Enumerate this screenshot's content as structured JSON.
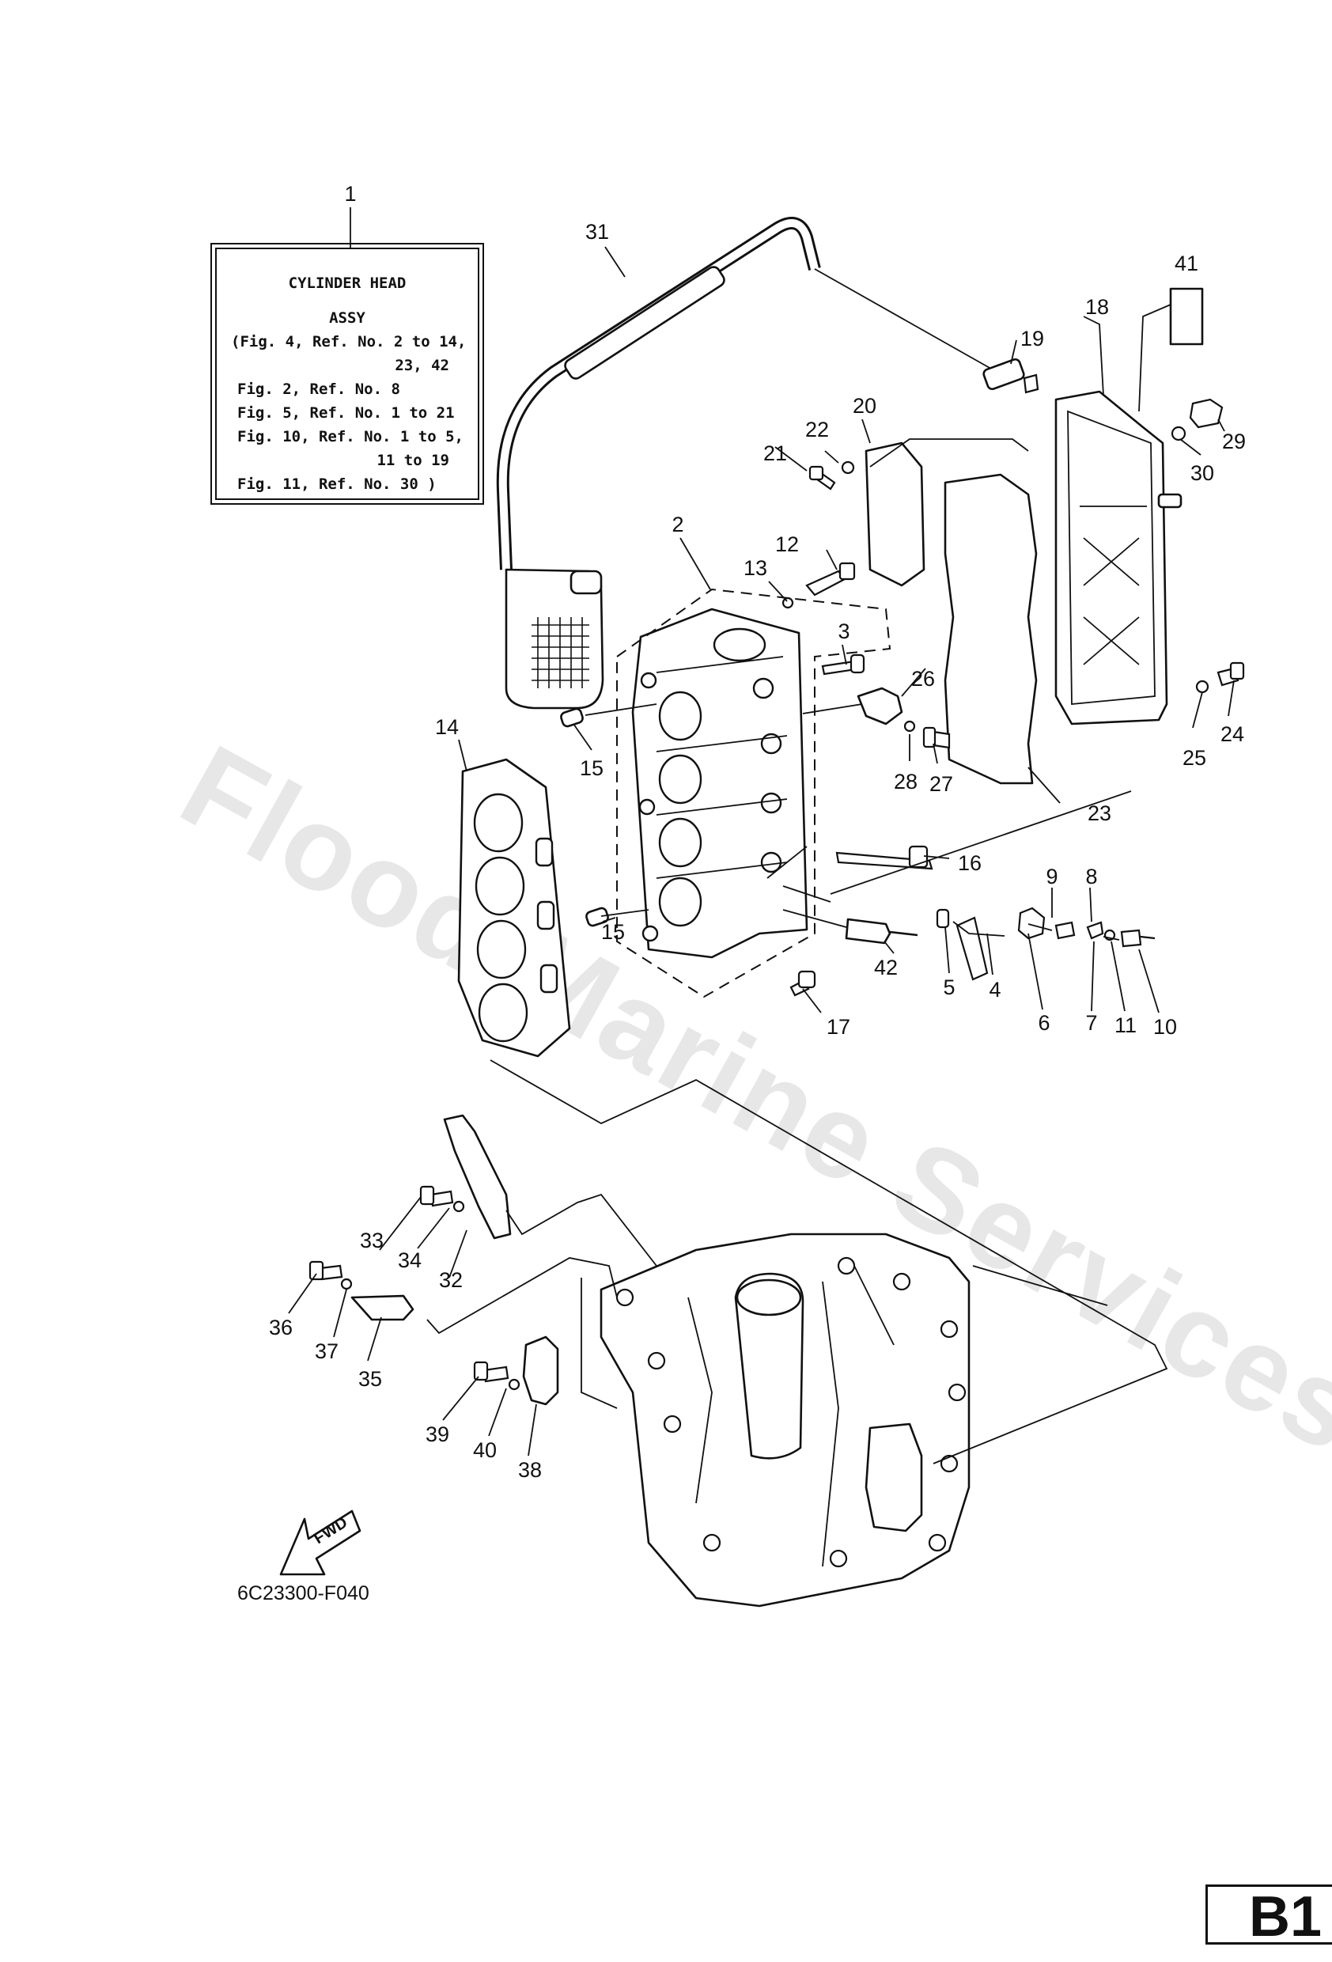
{
  "info_box": {
    "lines": [
      "CYLINDER HEAD",
      "ASSY",
      "(Fig. 4, Ref. No. 2 to 14,",
      "23, 42",
      "Fig. 2, Ref. No. 8",
      "Fig. 5, Ref. No. 1 to 21",
      "Fig. 10, Ref. No. 1 to 5,",
      "11 to 19",
      "Fig. 11, Ref. No. 30 )"
    ]
  },
  "callouts": [
    "1",
    "2",
    "3",
    "4",
    "5",
    "6",
    "7",
    "8",
    "9",
    "10",
    "11",
    "12",
    "13",
    "14",
    "15",
    "15",
    "16",
    "17",
    "18",
    "19",
    "20",
    "21",
    "22",
    "23",
    "24",
    "25",
    "26",
    "27",
    "28",
    "29",
    "30",
    "31",
    "32",
    "33",
    "34",
    "35",
    "36",
    "37",
    "38",
    "39",
    "40",
    "41",
    "42"
  ],
  "fwd_label": "FWD",
  "drawing_number": "6C23300-F040",
  "page_code": "B1",
  "watermark": "Flood Marine Services",
  "colors": {
    "line": "#111111",
    "watermark": "#d4d4d4",
    "background": "#ffffff"
  }
}
